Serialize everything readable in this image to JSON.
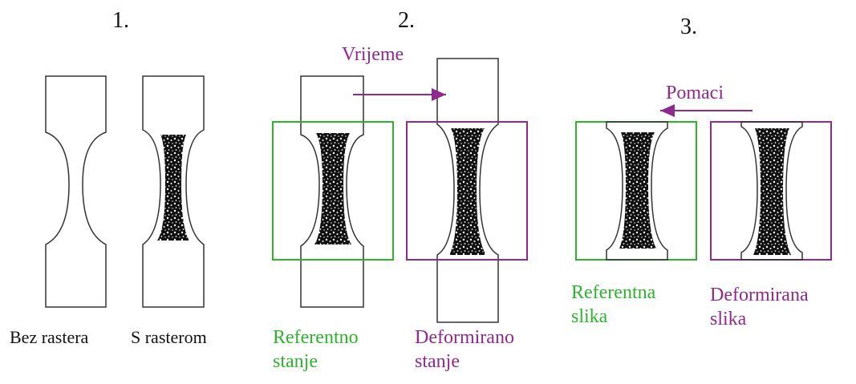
{
  "colors": {
    "outline": "#333333",
    "green": "#2bb52b",
    "purple": "#8e2a8e",
    "speckle": "#111111"
  },
  "panels": [
    {
      "number": "1.",
      "captions": [
        "Bez rastera",
        "S rasterom"
      ]
    },
    {
      "number": "2.",
      "arrow_label": "Vrijeme",
      "captions": [
        "Referentno\nstanje",
        "Deformirano\nstanje"
      ]
    },
    {
      "number": "3.",
      "arrow_label": "Pomaci",
      "captions": [
        "Referentna\nslika",
        "Deformirana\nslika"
      ]
    }
  ]
}
